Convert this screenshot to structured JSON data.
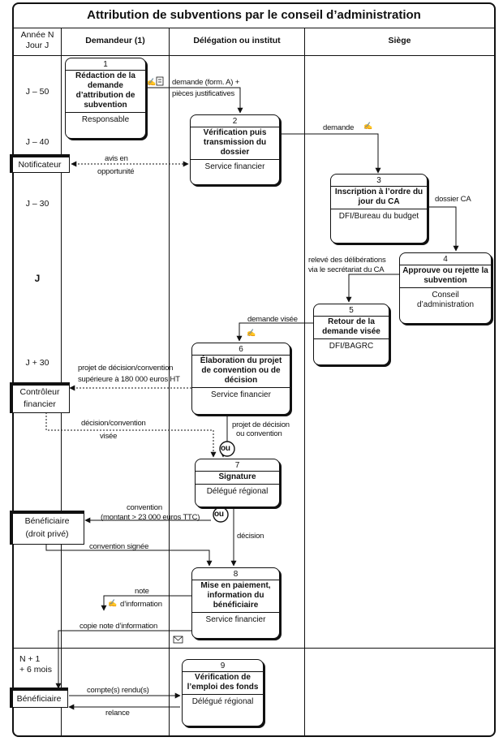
{
  "title": "Attribution de subventions par le conseil d’administration",
  "columns": {
    "timeline": [
      "Année N",
      "Jour J"
    ],
    "demandeur": "Demandeur (1)",
    "delegation": "Délégation ou institut",
    "siege": "Siège"
  },
  "timeline": {
    "j50": "J – 50",
    "j40": "J – 40",
    "j30": "J – 30",
    "j": "J",
    "j30plus": "J + 30",
    "n1": [
      "N + 1",
      "+ 6 mois"
    ]
  },
  "steps": [
    {
      "num": "1",
      "title": "Rédaction de la demande d’attribution de subvention",
      "actor": "Responsable"
    },
    {
      "num": "2",
      "title": "Vérification puis transmission du dossier",
      "actor": "Service financier"
    },
    {
      "num": "3",
      "title": "Inscription à l’ordre du jour du CA",
      "actor": "DFI/Bureau du budget"
    },
    {
      "num": "4",
      "title": "Approuve ou rejette la subvention",
      "actor": "Conseil d’administration"
    },
    {
      "num": "5",
      "title": "Retour de la demande visée",
      "actor": "DFI/BAGRC"
    },
    {
      "num": "6",
      "title": "Élaboration du projet de convention ou de décision",
      "actor": "Service financier"
    },
    {
      "num": "7",
      "title": "Signature",
      "actor": "Délégué régional"
    },
    {
      "num": "8",
      "title": "Mise en paiement, information du bénéficiaire",
      "actor": "Service financier"
    },
    {
      "num": "9",
      "title": "Vérification de l’emploi des fonds",
      "actor": "Délégué régional"
    }
  ],
  "actors": {
    "notificateur": "Notificateur",
    "controleur": [
      "Contrôleur",
      "financier"
    ],
    "beneficiaire_prive": [
      "Bénéficiaire",
      "(droit privé)"
    ],
    "beneficiaire": "Bénéficiaire"
  },
  "labels": {
    "demande_form": "demande (form. A) +",
    "pieces": "pièces justificatives",
    "demande": "demande",
    "avis_en": "avis en",
    "opportunite": "opportunité",
    "dossier_ca": "dossier CA",
    "releve1": "relevé des délibérations",
    "releve2": "via le secrétariat du CA",
    "demande_visee": "demande visée",
    "projet_decision1": "projet de décision/convention",
    "projet_decision2": "supérieure à 180 000 euros HT",
    "decision_conv": "décision/convention",
    "visee": "visée",
    "projet_dec_a": "projet de décision",
    "projet_dec_b": "ou convention",
    "ou": "ou",
    "convention": "convention",
    "montant": "(montant > 23 000 euros TTC)",
    "decision": "décision",
    "convention_signee": "convention signée",
    "note": "note",
    "info": "d’information",
    "copie_note": "copie note d’information",
    "comptes": "compte(s) rendu(s)",
    "relance": "relance"
  }
}
